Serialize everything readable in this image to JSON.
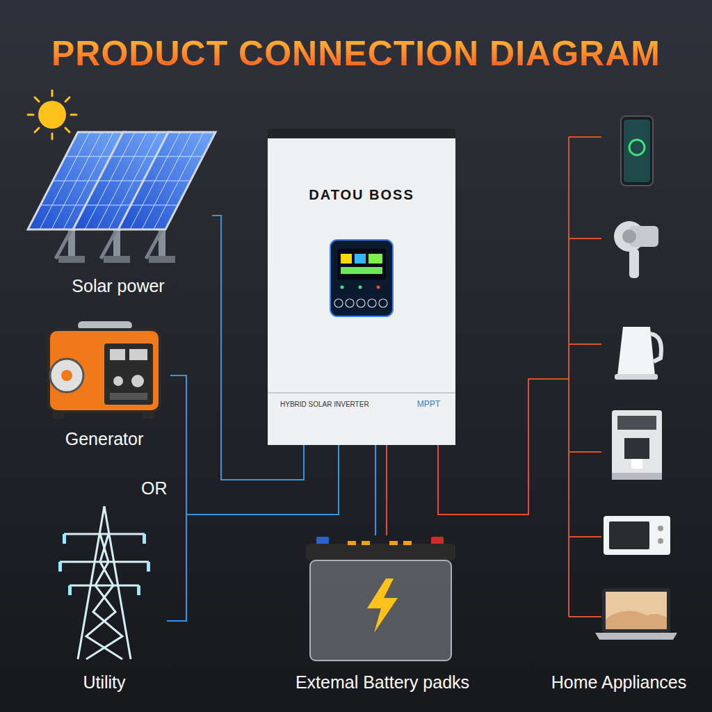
{
  "diagram": {
    "title": "PRODUCT CONNECTION DIAGRAM",
    "nodes": [
      {
        "text": [
          "Solar power"
        ]
      },
      {
        "text": [
          "Generator"
        ]
      },
      {
        "text": [
          "Utility"
        ]
      },
      {
        "text": [
          "DATOU BOSS",
          "HYBRID SOLAR INVERTER",
          "MPPT"
        ]
      },
      {
        "text": [
          "Extemal Battery padks"
        ]
      },
      {
        "text": [
          "Home Appliances"
        ]
      }
    ],
    "edges": [
      {
        "from": 0,
        "to": 3,
        "arrow": "none"
      },
      {
        "from": 1,
        "to": 3,
        "arrow": "none"
      },
      {
        "from": 2,
        "to": 3,
        "arrow": "none"
      },
      {
        "from": 3,
        "to": 4,
        "arrow": "none"
      },
      {
        "from": 3,
        "to": 4,
        "arrow": "none"
      },
      {
        "from": 3,
        "to": 5,
        "arrow": "none"
      }
    ],
    "labels": [
      "OR"
    ]
  }
}
